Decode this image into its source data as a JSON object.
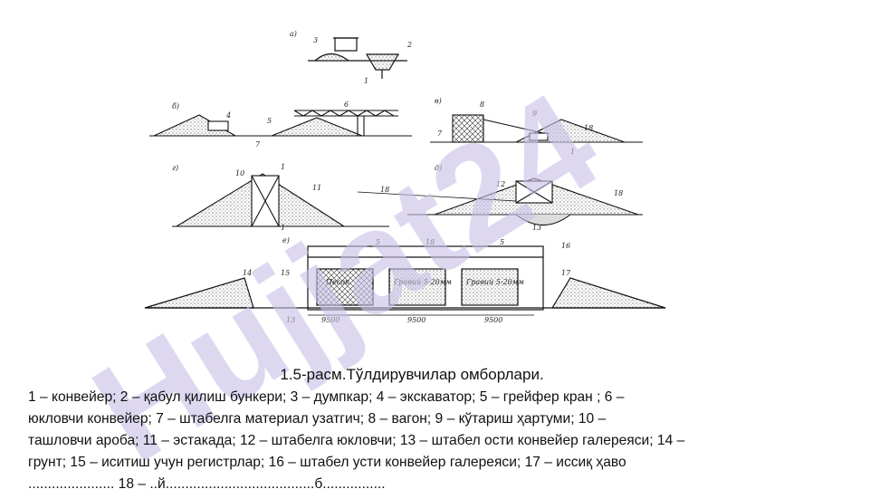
{
  "figure": {
    "panel_labels": [
      "а)",
      "б)",
      "в)",
      "г)",
      "д)",
      "е)"
    ],
    "callouts": [
      "1",
      "2",
      "3",
      "4",
      "5",
      "6",
      "7",
      "8",
      "9",
      "10",
      "11",
      "12",
      "13",
      "14",
      "15",
      "16",
      "17",
      "18"
    ],
    "hatch_labels": [
      "Песок",
      "Гравий 5-20мм",
      "Гравий 5-20мм"
    ],
    "dimensions": [
      "9500",
      "9500",
      "9500"
    ]
  },
  "watermark": {
    "text": "Hujjat24",
    "color": "#c8c0e6"
  },
  "caption": "1.5-расм.Тўлдирувчилар омборлари.",
  "legend_lines": [
    "1 – конвейер;  2 – қабул қилиш бункери;  3 – думпкар;  4 – экскаватор;  5 – грейфер кран ;    6 –",
    "юкловчи конвейер;  7 – штабелга материал узатгич;  8 – вагон;   9 – кўтариш ҳартуми;  10 –",
    "ташловчи ароба; 11 – эстакада; 12 – штабелга юкловчи; 13 – штабел ости конвейер галереяси; 14 –",
    "грунт;  15 – иситиш учун регистрлар;  16 – штабел усти конвейер галереяси; 17 – иссиқ ҳаво",
    "...................... 18 – ..й......................................б................"
  ]
}
